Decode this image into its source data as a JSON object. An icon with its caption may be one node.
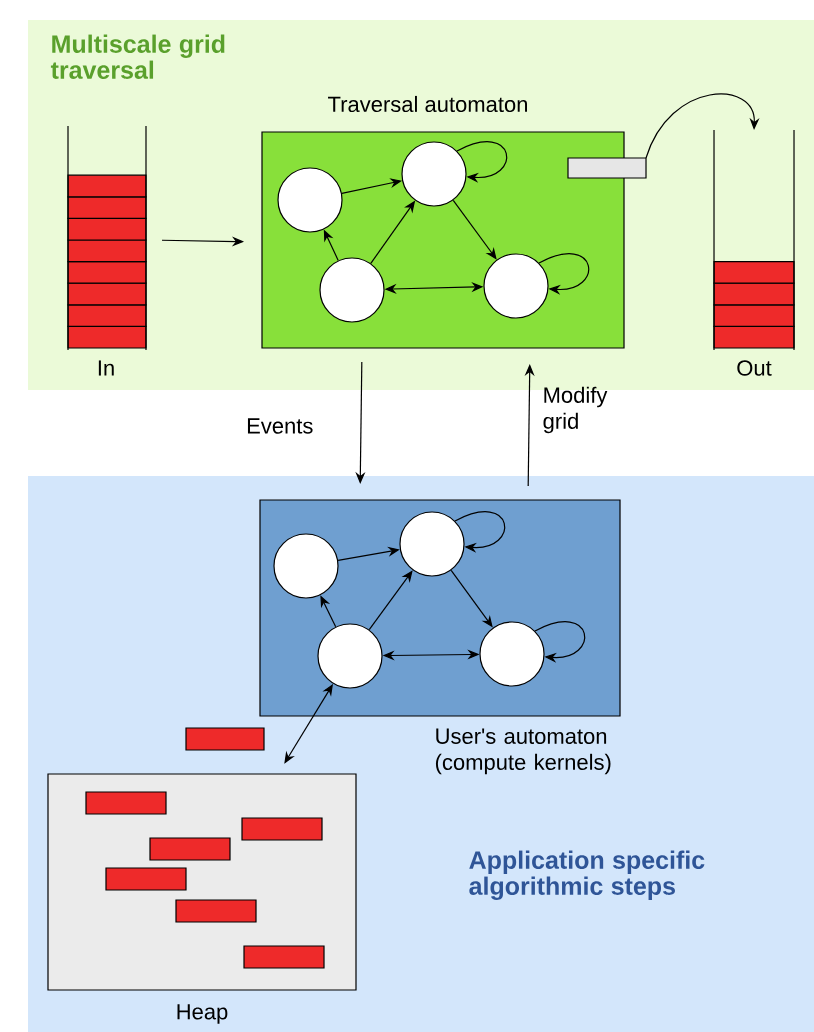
{
  "diagram": {
    "nodes": [
      {
        "text": [
          "Multiscale grid traversal"
        ]
      },
      {
        "text": [
          "In"
        ],
        "in": 0
      },
      {
        "text": [
          "Traversal automaton"
        ],
        "in": 0
      },
      {
        "text": [],
        "shape": "circle",
        "in": 2
      },
      {
        "text": [],
        "shape": "circle",
        "in": 2
      },
      {
        "text": [],
        "shape": "circle",
        "in": 2
      },
      {
        "text": [],
        "shape": "circle",
        "in": 2
      },
      {
        "text": [],
        "shape": "bar",
        "in": 0
      },
      {
        "text": [
          "Out"
        ],
        "in": 0
      },
      {
        "text": [
          "Application specific algorithmic steps"
        ]
      },
      {
        "text": [
          "User's automaton (compute kernels)"
        ],
        "in": 9
      },
      {
        "text": [],
        "shape": "circle",
        "in": 10
      },
      {
        "text": [],
        "shape": "circle",
        "in": 10
      },
      {
        "text": [],
        "shape": "circle",
        "in": 10
      },
      {
        "text": [],
        "shape": "circle",
        "in": 10
      },
      {
        "text": [],
        "shape": "bar",
        "in": 9
      },
      {
        "text": [
          "Heap"
        ],
        "in": 9
      }
    ],
    "edges": [
      {
        "from": 1,
        "to": 2,
        "arrow": "to"
      },
      {
        "from": 7,
        "to": 8,
        "arrow": "to"
      },
      {
        "from": 3,
        "to": 4,
        "arrow": "to"
      },
      {
        "from": 5,
        "to": 3,
        "arrow": "to"
      },
      {
        "from": 5,
        "to": 4,
        "arrow": "to"
      },
      {
        "from": 4,
        "to": 6,
        "arrow": "to"
      },
      {
        "from": 5,
        "to": 6,
        "arrow": "both"
      },
      {
        "from": 4,
        "to": 4,
        "arrow": "to"
      },
      {
        "from": 6,
        "to": 6,
        "arrow": "to"
      },
      {
        "from": 2,
        "to": 10,
        "arrow": "to",
        "label": "Events"
      },
      {
        "from": 10,
        "to": 2,
        "arrow": "to",
        "label": "Modify grid"
      },
      {
        "from": 11,
        "to": 12,
        "arrow": "to"
      },
      {
        "from": 13,
        "to": 11,
        "arrow": "to"
      },
      {
        "from": 13,
        "to": 12,
        "arrow": "to"
      },
      {
        "from": 12,
        "to": 14,
        "arrow": "to"
      },
      {
        "from": 13,
        "to": 14,
        "arrow": "both"
      },
      {
        "from": 12,
        "to": 12,
        "arrow": "to"
      },
      {
        "from": 14,
        "to": 14,
        "arrow": "to"
      },
      {
        "from": 13,
        "to": 16,
        "arrow": "both"
      }
    ]
  }
}
